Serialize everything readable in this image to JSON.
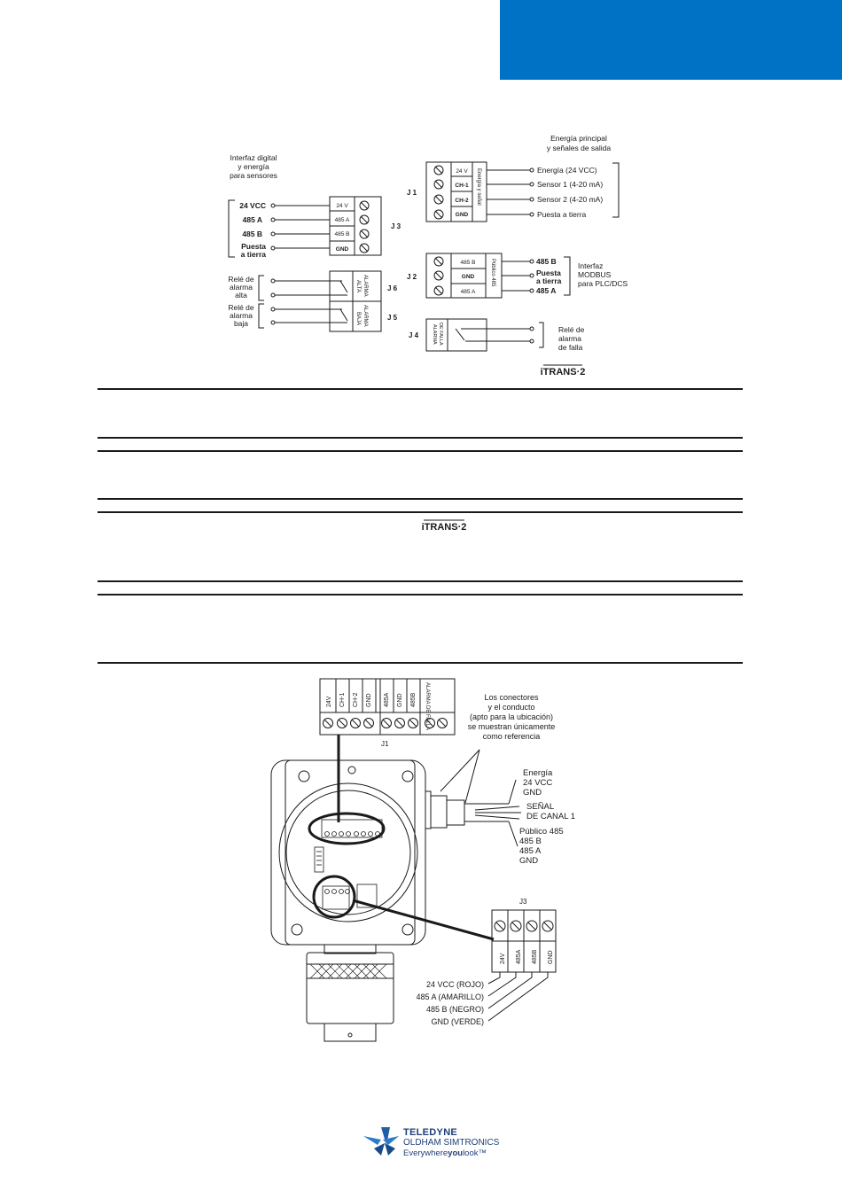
{
  "header": {
    "accent_color": "#0072c6"
  },
  "wiring_diagram": {
    "sensor_group_label": [
      "Interfaz digital",
      "y energía",
      "para sensores"
    ],
    "output_group_label": [
      "Energía principal",
      "y señales de salida"
    ],
    "j3": {
      "name": "J 3",
      "pins": [
        "24 V",
        "485 A",
        "485 B",
        "GND"
      ],
      "wires": [
        "24 VCC",
        "485 A",
        "485 B",
        "Puesta",
        "a tierra"
      ]
    },
    "j6": {
      "name": "J 6",
      "label": [
        "ALARMA",
        "ALTA"
      ],
      "relay": [
        "Relé de",
        "alarma",
        "alta"
      ]
    },
    "j5": {
      "name": "J 5",
      "label": [
        "ALARMA",
        "BAJA"
      ],
      "relay": [
        "Relé de",
        "alarma",
        "baja"
      ]
    },
    "j1": {
      "name": "J 1",
      "pins": [
        "24 V",
        "CH-1",
        "CH-2",
        "GND"
      ],
      "side_label": "Energía y señal",
      "wires": [
        "Energía (24 VCC)",
        "Sensor 1 (4-20 mA)",
        "Sensor 2 (4-20 mA)",
        "Puesta a tierra"
      ]
    },
    "j2": {
      "name": "J 2",
      "pins": [
        "485 B",
        "GND",
        "485 A"
      ],
      "side_label": "Público 485",
      "wires": [
        "485 B",
        "Puesta",
        "a tierra",
        "485 A"
      ],
      "interface": [
        "Interfaz",
        "MODBUS",
        "para PLC/DCS"
      ]
    },
    "j4": {
      "name": "J 4",
      "label": [
        "ALARMA",
        "DE FALLA"
      ],
      "relay": [
        "Relé de",
        "alarma",
        "de falla"
      ]
    },
    "brand_mark": "iTRANS·2"
  },
  "body_brand_mark": "iTRANS·2",
  "housing_diagram": {
    "j1_pins": [
      "24V",
      "CH-1",
      "CH-2",
      "GND",
      "485A",
      "GND",
      "485B",
      "ALARMA DE FALLA"
    ],
    "j1_name": "J1",
    "conduit_note": [
      "Los conectores",
      "y el conducto",
      "(apto para la ubicación)",
      "se muestran únicamente",
      "como referencia"
    ],
    "power_label": [
      "Energía",
      "24 VCC",
      "GND"
    ],
    "signal_label": [
      "SEÑAL",
      "DE CANAL 1"
    ],
    "public485_label": [
      "Público 485",
      "485 B",
      "485 A",
      "GND"
    ],
    "j3_name": "J3",
    "j3_pins": [
      "24V",
      "485A",
      "485B",
      "GND"
    ],
    "j3_wires": [
      "24 VCC (ROJO)",
      "485 A (AMARILLO)",
      "485 B (NEGRO)",
      "GND (VERDE)"
    ]
  },
  "footer": {
    "company": "TELEDYNE",
    "division": "OLDHAM SIMTRONICS",
    "slogan_start": "Everywhere",
    "slogan_bold": "you",
    "slogan_end": "look",
    "trademark": "™"
  }
}
